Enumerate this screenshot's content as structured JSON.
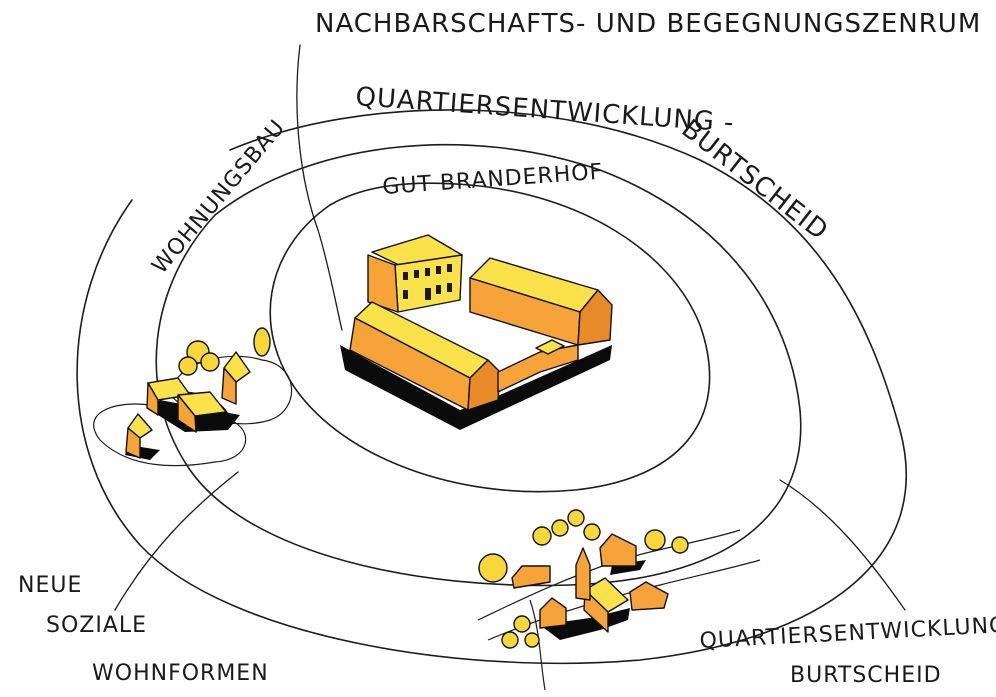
{
  "labels": {
    "top_center": "NACHBARSCHAFTS- UND BEGEGNUNGSZENRUM",
    "ring_outer_a": "QUARTIERSENTWICKLUNG -",
    "ring_outer_b": "BURTSCHEID",
    "ring_inner_left": "WOHNUNGSBAU",
    "core": "GUT BRANDERHOF",
    "left_bottom_1": "NEUE",
    "left_bottom_2": "SOZIALE",
    "left_bottom_3": "WOHNFORMEN",
    "right_bottom_1": "QUARTIERSENTWICKLUNG",
    "right_bottom_2": "BURTSCHEID"
  },
  "colors": {
    "ink": "#1d1d1d",
    "roof_yellow": "#fbe14a",
    "wall_orange": "#f6a43a",
    "wall_orange_dark": "#e8892a",
    "tree_yellow": "#f8d838",
    "shadow": "#0b0b0b"
  }
}
